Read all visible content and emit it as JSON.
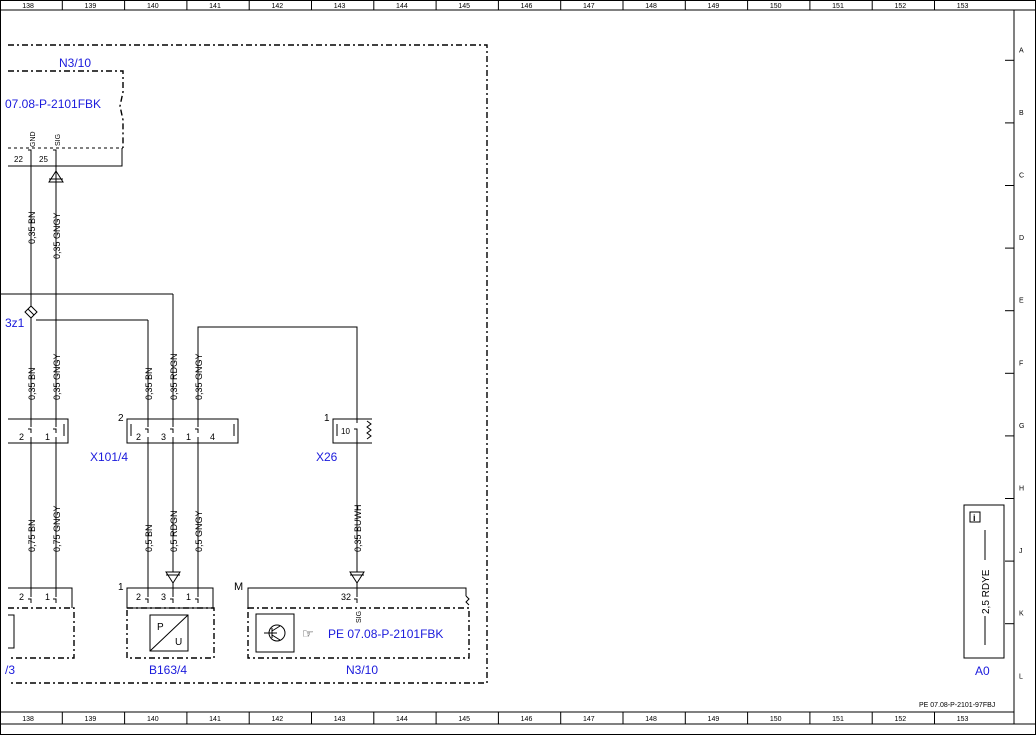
{
  "grid": {
    "columns": [
      "138",
      "139",
      "140",
      "141",
      "142",
      "143",
      "144",
      "145",
      "146",
      "147",
      "148",
      "149",
      "150",
      "151",
      "152",
      "153"
    ],
    "rows": [
      "A",
      "B",
      "C",
      "D",
      "E",
      "F",
      "G",
      "H",
      "J",
      "K",
      "L"
    ]
  },
  "drawing_number": "PE 07.08-P-2101-97FBJ",
  "components": {
    "ecu_top": {
      "name": "N3/10",
      "ref": "07.08-P-2101FBK",
      "pin_gnd_label": "GND",
      "pin_sig_label": "SIG",
      "pin_gnd_no": "22",
      "pin_sig_no": "25"
    },
    "ecu_bottom": {
      "name": "N3/10",
      "ref": "PE 07.08-P-2101FBK",
      "pin_no": "32",
      "pin_label": "SIG",
      "corner": "M"
    },
    "splice": {
      "name": "Z1",
      "visible_label": "3z1"
    },
    "left_conn_mid": {
      "pin_a": "2",
      "pin_b": "1"
    },
    "x101": {
      "name": "X101/4",
      "corner": "2",
      "pins": [
        "2",
        "3",
        "1",
        "4"
      ]
    },
    "x26": {
      "name": "X26",
      "corner": "1",
      "pin": "10"
    },
    "left_comp_bottom": {
      "name_fragment": "/3",
      "pin_a": "2",
      "pin_b": "1"
    },
    "b163": {
      "name": "B163/4",
      "corner": "1",
      "pins": [
        "2",
        "3",
        "1"
      ],
      "symbol_top": "P",
      "symbol_bottom": "U"
    }
  },
  "wires": {
    "w1": "0,35 BN",
    "w2": "0,35 GNGY",
    "w3": "0,35 BN",
    "w4": "0,35 GNGY",
    "w5": "0,35 BN",
    "w6": "0,35 RDGN",
    "w7": "0,35 GNGY",
    "w8": "0,75 BN",
    "w9": "0,75 GNGY",
    "w10": "0,5 BN",
    "w11": "0,5 RDGN",
    "w12": "0,5 GNGY",
    "w13": "0,35 BUWH"
  },
  "legend": {
    "wire": "2,5 RDYE",
    "sheet": "A0",
    "icon": "info-icon"
  },
  "colors": {
    "line": "#000000",
    "label": "#1a1adc",
    "frame": "#000000"
  }
}
